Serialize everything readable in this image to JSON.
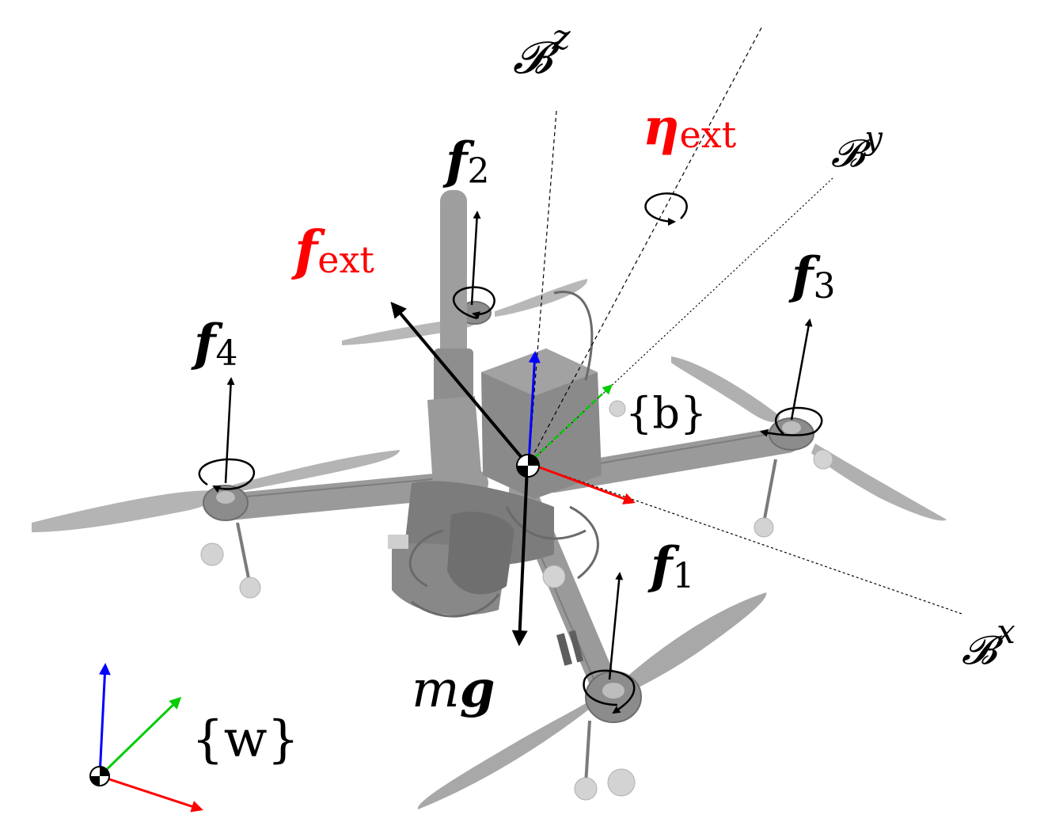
{
  "diagram": {
    "colors": {
      "force_black": "#000000",
      "external": "#ff0000",
      "axis_x": "#ff0000",
      "axis_y": "#00cc00",
      "axis_z": "#0000ff",
      "drone_gray": "#b5b5b5",
      "drone_dark": "#8f8f8f"
    },
    "labels": {
      "body_z_script": "𝓑",
      "body_z_sup": "z",
      "body_y_script": "𝓑",
      "body_y_sup": "y",
      "body_x_script": "𝓑",
      "body_x_sup": "x",
      "eta_sym": "η",
      "eta_sub": "ext",
      "fext_sym": "f",
      "fext_sub": "ext",
      "f1_sym": "f",
      "f1_sub": "1",
      "f2_sym": "f",
      "f2_sub": "2",
      "f3_sym": "f",
      "f3_sub": "3",
      "f4_sym": "f",
      "f4_sub": "4",
      "mg_m": "m",
      "mg_g": "g",
      "body_frame": "{b}",
      "world_frame": "{w}"
    },
    "icons": [
      "center-of-mass-icon",
      "rotation-arrow-icon",
      "quadrotor-image"
    ]
  }
}
